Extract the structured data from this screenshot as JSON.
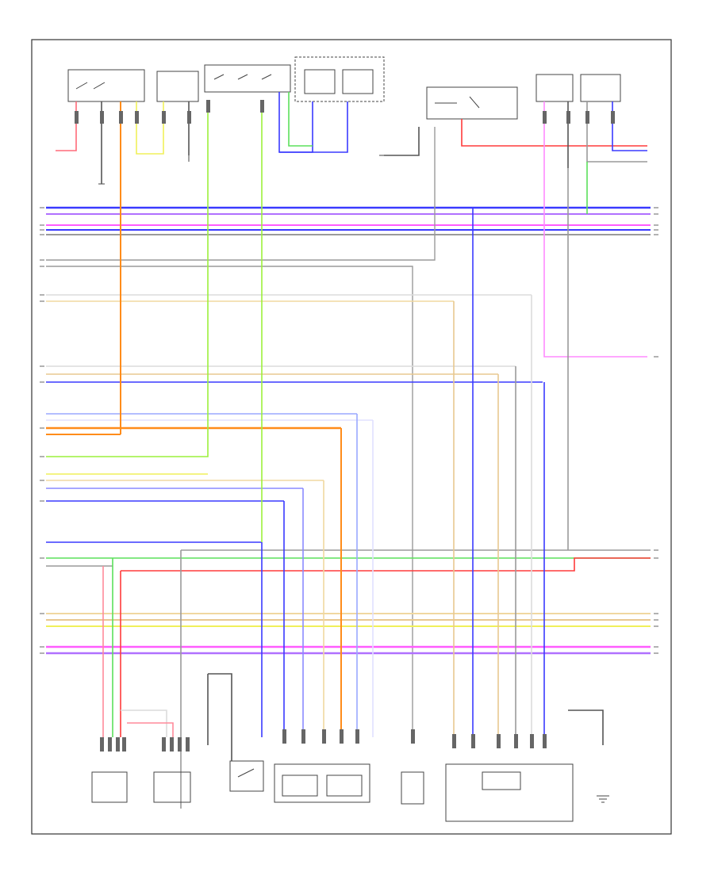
{
  "page": {
    "figure_number": ""
  },
  "colors": {
    "frame": "#333333",
    "component": "#444444",
    "wire_red": "#ff3b3b",
    "wire_pink": "#ff8a9a",
    "wire_blue": "#3a3aff",
    "wire_green": "#5ce05c",
    "wire_lime": "#9cf03c",
    "wire_orange": "#ff8c1a",
    "wire_yellow": "#f0f05a",
    "wire_tan": "#e8c890",
    "wire_violet": "#b070ff",
    "wire_magenta": "#ff5cff",
    "wire_gray": "#9a9a9a",
    "wire_dark": "#555555",
    "wire_ltblue": "#9aa8ff"
  },
  "components": [
    {
      "id": "top-switch-left",
      "label": ""
    },
    {
      "id": "top-relay-1",
      "label": ""
    },
    {
      "id": "top-connector-strip",
      "label": ""
    },
    {
      "id": "top-switch-pair",
      "label": ""
    },
    {
      "id": "top-module-center",
      "label": ""
    },
    {
      "id": "top-sensor-right-1",
      "label": ""
    },
    {
      "id": "top-sensor-right-2",
      "label": ""
    },
    {
      "id": "bottom-sensor-1",
      "label": ""
    },
    {
      "id": "bottom-sensor-2",
      "label": ""
    },
    {
      "id": "bottom-switch",
      "label": ""
    },
    {
      "id": "bottom-control-module",
      "label": ""
    },
    {
      "id": "bottom-sensor-3",
      "label": ""
    },
    {
      "id": "bottom-ecu",
      "label": ""
    },
    {
      "id": "bottom-ground",
      "label": ""
    }
  ]
}
